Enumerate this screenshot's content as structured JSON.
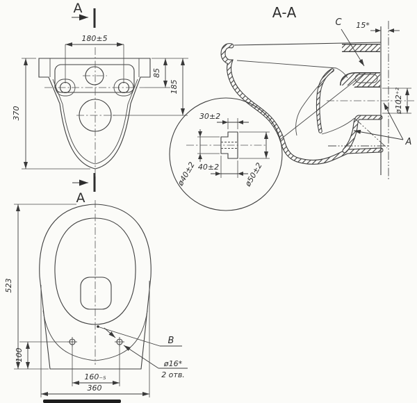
{
  "meta": {
    "bg_color": "#fbfbf8",
    "ink_color": "#3a3a3a",
    "drawing_type": "wall-hung toilet bowl technical drawing"
  },
  "rear_view": {
    "marker_top": "А",
    "marker_bottom": "А",
    "dim_mount_hole_spacing": "180±5",
    "dim_overall_height": "370",
    "dim_hole_offset": "85",
    "dim_outlet_offset": "185"
  },
  "section_view": {
    "title": "А-А",
    "detail_label": "С",
    "dim_wall_gap": "15*",
    "dim_outlet_diameter": "ø102⁺²",
    "surface_label": "А"
  },
  "detail_view": {
    "dim_neck_length": "30±2",
    "dim_total_length": "40±2",
    "dim_neck_diameter": "ø40±2",
    "dim_flange_diameter": "ø50±2"
  },
  "plan_view": {
    "dim_overall_length": "523",
    "dim_hole_to_front": "100",
    "dim_hole_spacing": "160₋₅",
    "dim_overall_width": "360",
    "point_label": "В",
    "dim_seat_hole_diameter": "ø16*",
    "seat_hole_count": "2 отв."
  }
}
